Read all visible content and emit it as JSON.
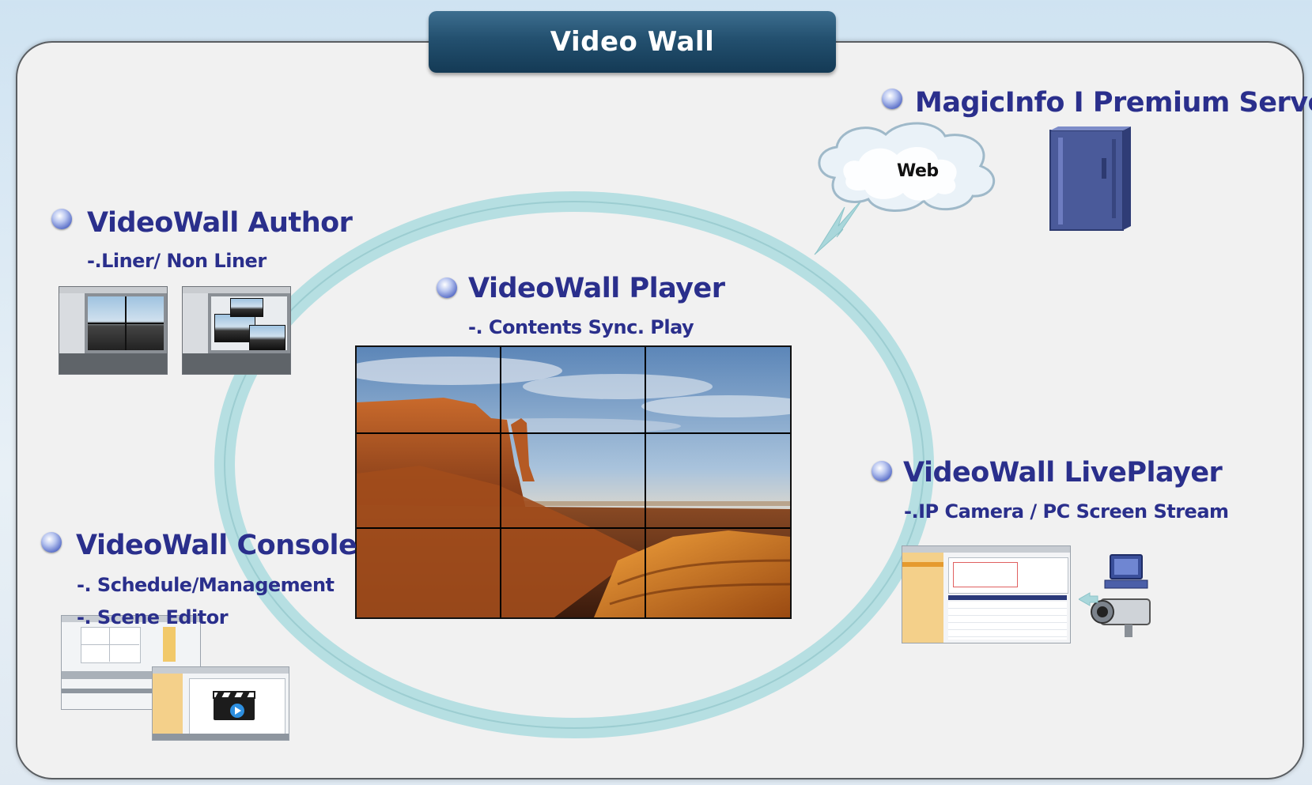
{
  "title": "Video Wall",
  "server": {
    "label": "MagicInfo I Premium Server",
    "cloud_label": "Web",
    "icon": "server-tower-icon"
  },
  "author": {
    "label": "VideoWall Author",
    "sub": "-.Liner/ Non Liner"
  },
  "player": {
    "label": "VideoWall Player",
    "sub": "-. Contents Sync. Play"
  },
  "console": {
    "label": "VideoWall Console",
    "sub1": "-. Schedule/Management",
    "sub2": "-. Scene Editor"
  },
  "liveplayer": {
    "label": "VideoWall LivePlayer",
    "sub": "-.IP Camera / PC Screen Stream",
    "icons": [
      "pc-monitor-icon",
      "ip-camera-icon"
    ]
  },
  "colors": {
    "heading": "#2a2f8c",
    "ring": "#b6dfe2",
    "title_bar": "#23506f",
    "server": "#4a5a9a"
  }
}
